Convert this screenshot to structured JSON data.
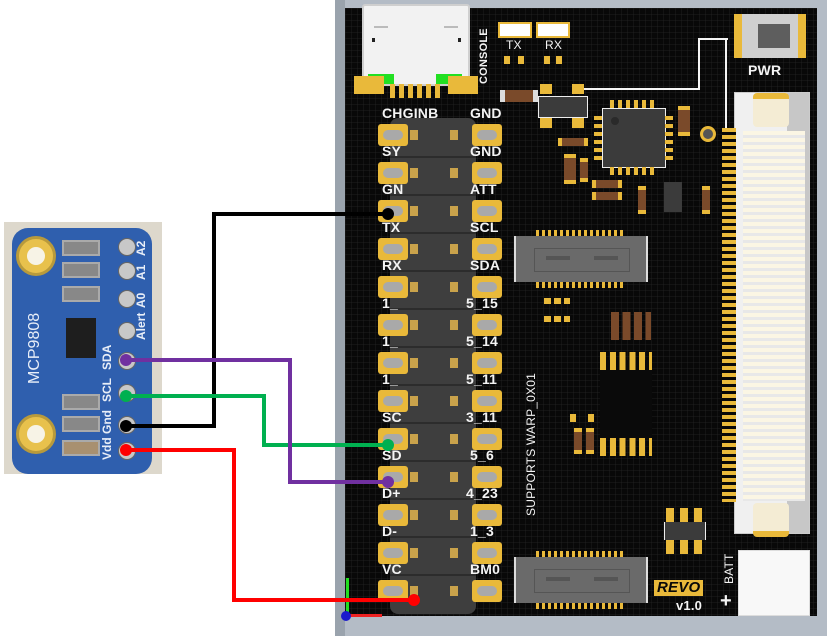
{
  "sensor_module": {
    "name": "MCP9808",
    "pins": [
      "A2",
      "A1",
      "A0",
      "Alert",
      "SDA",
      "SCL",
      "Gnd",
      "Vdd"
    ]
  },
  "board": {
    "name": "REVO",
    "version": "v1.0",
    "silkscreen": {
      "console": "CONSOLE",
      "tx_led": "TX",
      "rx_led": "RX",
      "power_button": "PWR",
      "battery": "BATT",
      "battery_plus": "+",
      "supports": "SUPPORTS WARP_0X01"
    },
    "header_left_labels": [
      "CHGINB",
      "SY",
      "GN",
      "TX",
      "RX",
      "1_",
      "1_",
      "1_",
      "SC",
      "SD",
      "D+",
      "D-",
      "VC"
    ],
    "header_right_labels": [
      "GND",
      "GND",
      "ATT",
      "SCL",
      "SDA",
      "5_15",
      "5_14",
      "5_11",
      "3_11",
      "5_6",
      "4_23",
      "1_3",
      "BM0"
    ]
  },
  "wires": [
    {
      "name": "gnd-wire",
      "from": "Gnd",
      "to": "GND (header pin 3 left)",
      "color": "#000000"
    },
    {
      "name": "scl-wire",
      "from": "SCL",
      "to": "SC (header pin 9 left)",
      "color": "#00b050"
    },
    {
      "name": "sda-wire",
      "from": "SDA",
      "to": "SD (header pin 10 left)",
      "color": "#7030a0"
    },
    {
      "name": "vdd-wire",
      "from": "Vdd",
      "to": "VC (header pin 13 left)",
      "color": "#ff0000"
    }
  ],
  "colors": {
    "board": "#080808",
    "pad_gold": "#e9b93a",
    "sensor_pcb": "#2f5fae",
    "workspace": "#b4bcc6"
  }
}
